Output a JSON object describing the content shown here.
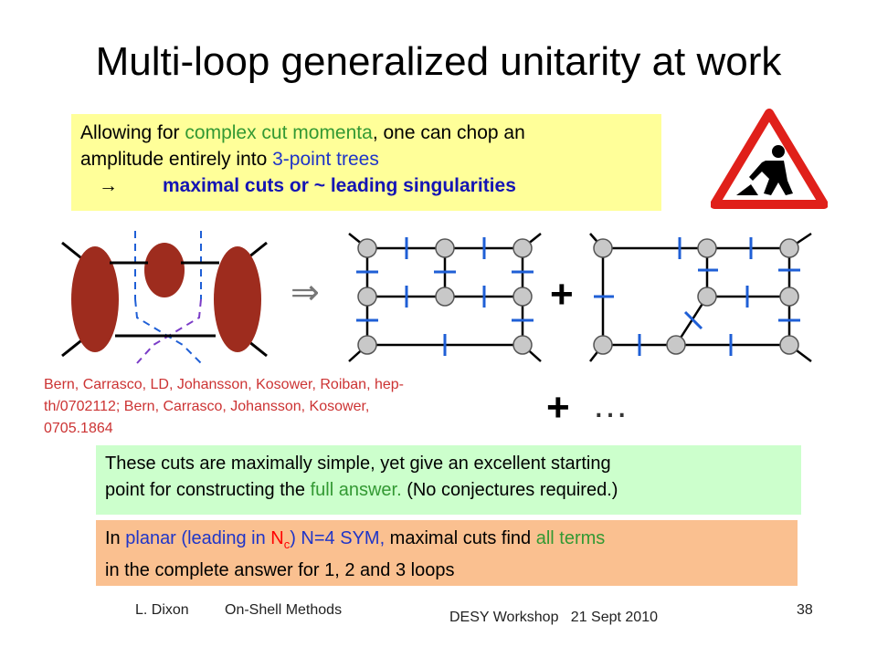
{
  "slide": {
    "title": "Multi-loop generalized unitarity at work",
    "box1": {
      "p1": "Allowing for ",
      "p2": "complex cut momenta",
      "p3": ", one can chop an",
      "p4": "amplitude entirely into ",
      "p5": "3-point trees",
      "arrow": "→",
      "p6": "maximal cuts or ~ leading singularities"
    },
    "diagram": {
      "implies": "⇒",
      "plus": "+"
    },
    "citation": "Bern, Carrasco, LD, Johansson, Kosower, Roiban, hep-th/0702112;  Bern, Carrasco, Johansson, Kosower, 0705.1864",
    "plus_more": "+",
    "dots": "…",
    "box2": {
      "p1": "These cuts are maximally simple, yet give an excellent starting",
      "p2": "point for constructing the ",
      "p3": "full answer.",
      "p4": "  (No conjectures required.)"
    },
    "box3": {
      "p1": "In ",
      "p2": "planar (leading in ",
      "p3": "N",
      "p3sub": "c",
      "p4": ") N=4 SYM,",
      "p5": " maximal cuts find ",
      "p6": "all terms",
      "p7": "in the complete answer for 1, 2 and 3 loops"
    },
    "footer": {
      "author": "L. Dixon",
      "topic": "On-Shell Methods",
      "event": "DESY Workshop   21 Sept 2010",
      "page": "38"
    }
  }
}
